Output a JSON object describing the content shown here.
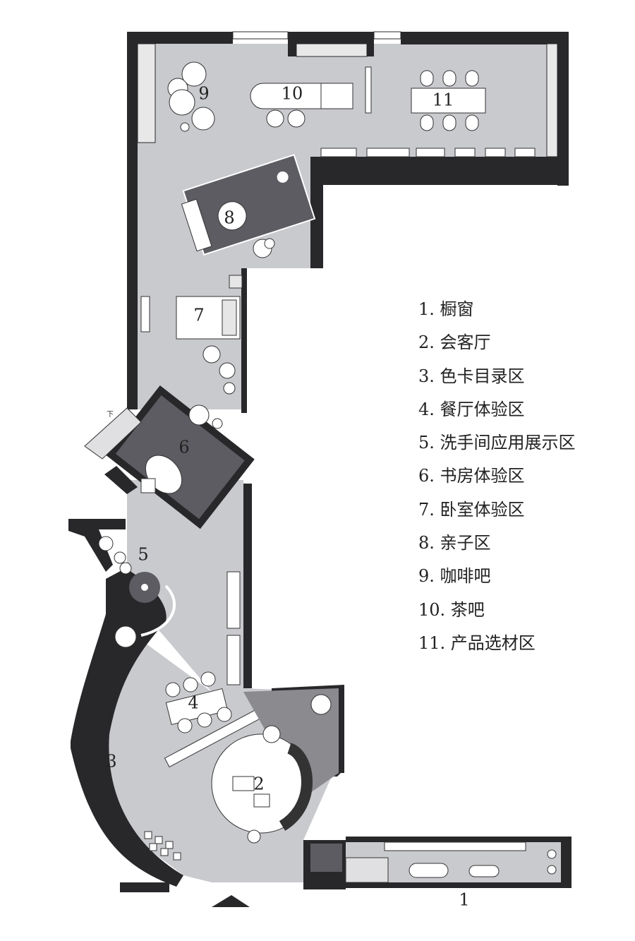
{
  "zones": [
    {
      "id": "1",
      "label": "1"
    },
    {
      "id": "2",
      "label": "2"
    },
    {
      "id": "3",
      "label": "3"
    },
    {
      "id": "4",
      "label": "4"
    },
    {
      "id": "5",
      "label": "5"
    },
    {
      "id": "6",
      "label": "6"
    },
    {
      "id": "7",
      "label": "7"
    },
    {
      "id": "8",
      "label": "8"
    },
    {
      "id": "9",
      "label": "9"
    },
    {
      "id": "10",
      "label": "10"
    },
    {
      "id": "11",
      "label": "11"
    }
  ],
  "stair_mark": "下",
  "legend": [
    "1. 橱窗",
    "2. 会客厅",
    "3. 色卡目录区",
    "4. 餐厅体验区",
    "5. 洗手间应用展示区",
    "6. 书房体验区",
    "7. 卧室体验区",
    "8. 亲子区",
    "9. 咖啡吧",
    "10. 茶吧",
    "11. 产品选材区"
  ],
  "colors": {
    "wall": "#28282b",
    "floor": "#c9cace",
    "room_dark": "#5c5c62",
    "furniture": "#ffffff",
    "accent_gray": "#8a8a8f"
  }
}
